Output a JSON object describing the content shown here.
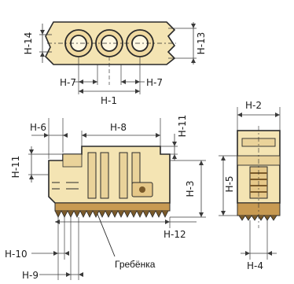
{
  "labels": {
    "h14": "H-14",
    "h13": "H-13",
    "h7_left": "H-7",
    "h7_right": "H-7",
    "h1": "H-1",
    "h6": "H-6",
    "h8": "H-8",
    "h11_top": "H-11",
    "h11_left": "H-11",
    "h3": "H-3",
    "h12": "H-12",
    "h10": "H-10",
    "h9": "H-9",
    "h2": "H-2",
    "h5": "H-5",
    "h4": "H-4",
    "comb": "Гребёнка"
  },
  "colors": {
    "part_fill": "#f4e4b3",
    "part_dark": "#d8b872",
    "ink": "#2a2a2a",
    "dim_line": "#3a3a3a",
    "teeth": "#7a5a2a"
  }
}
